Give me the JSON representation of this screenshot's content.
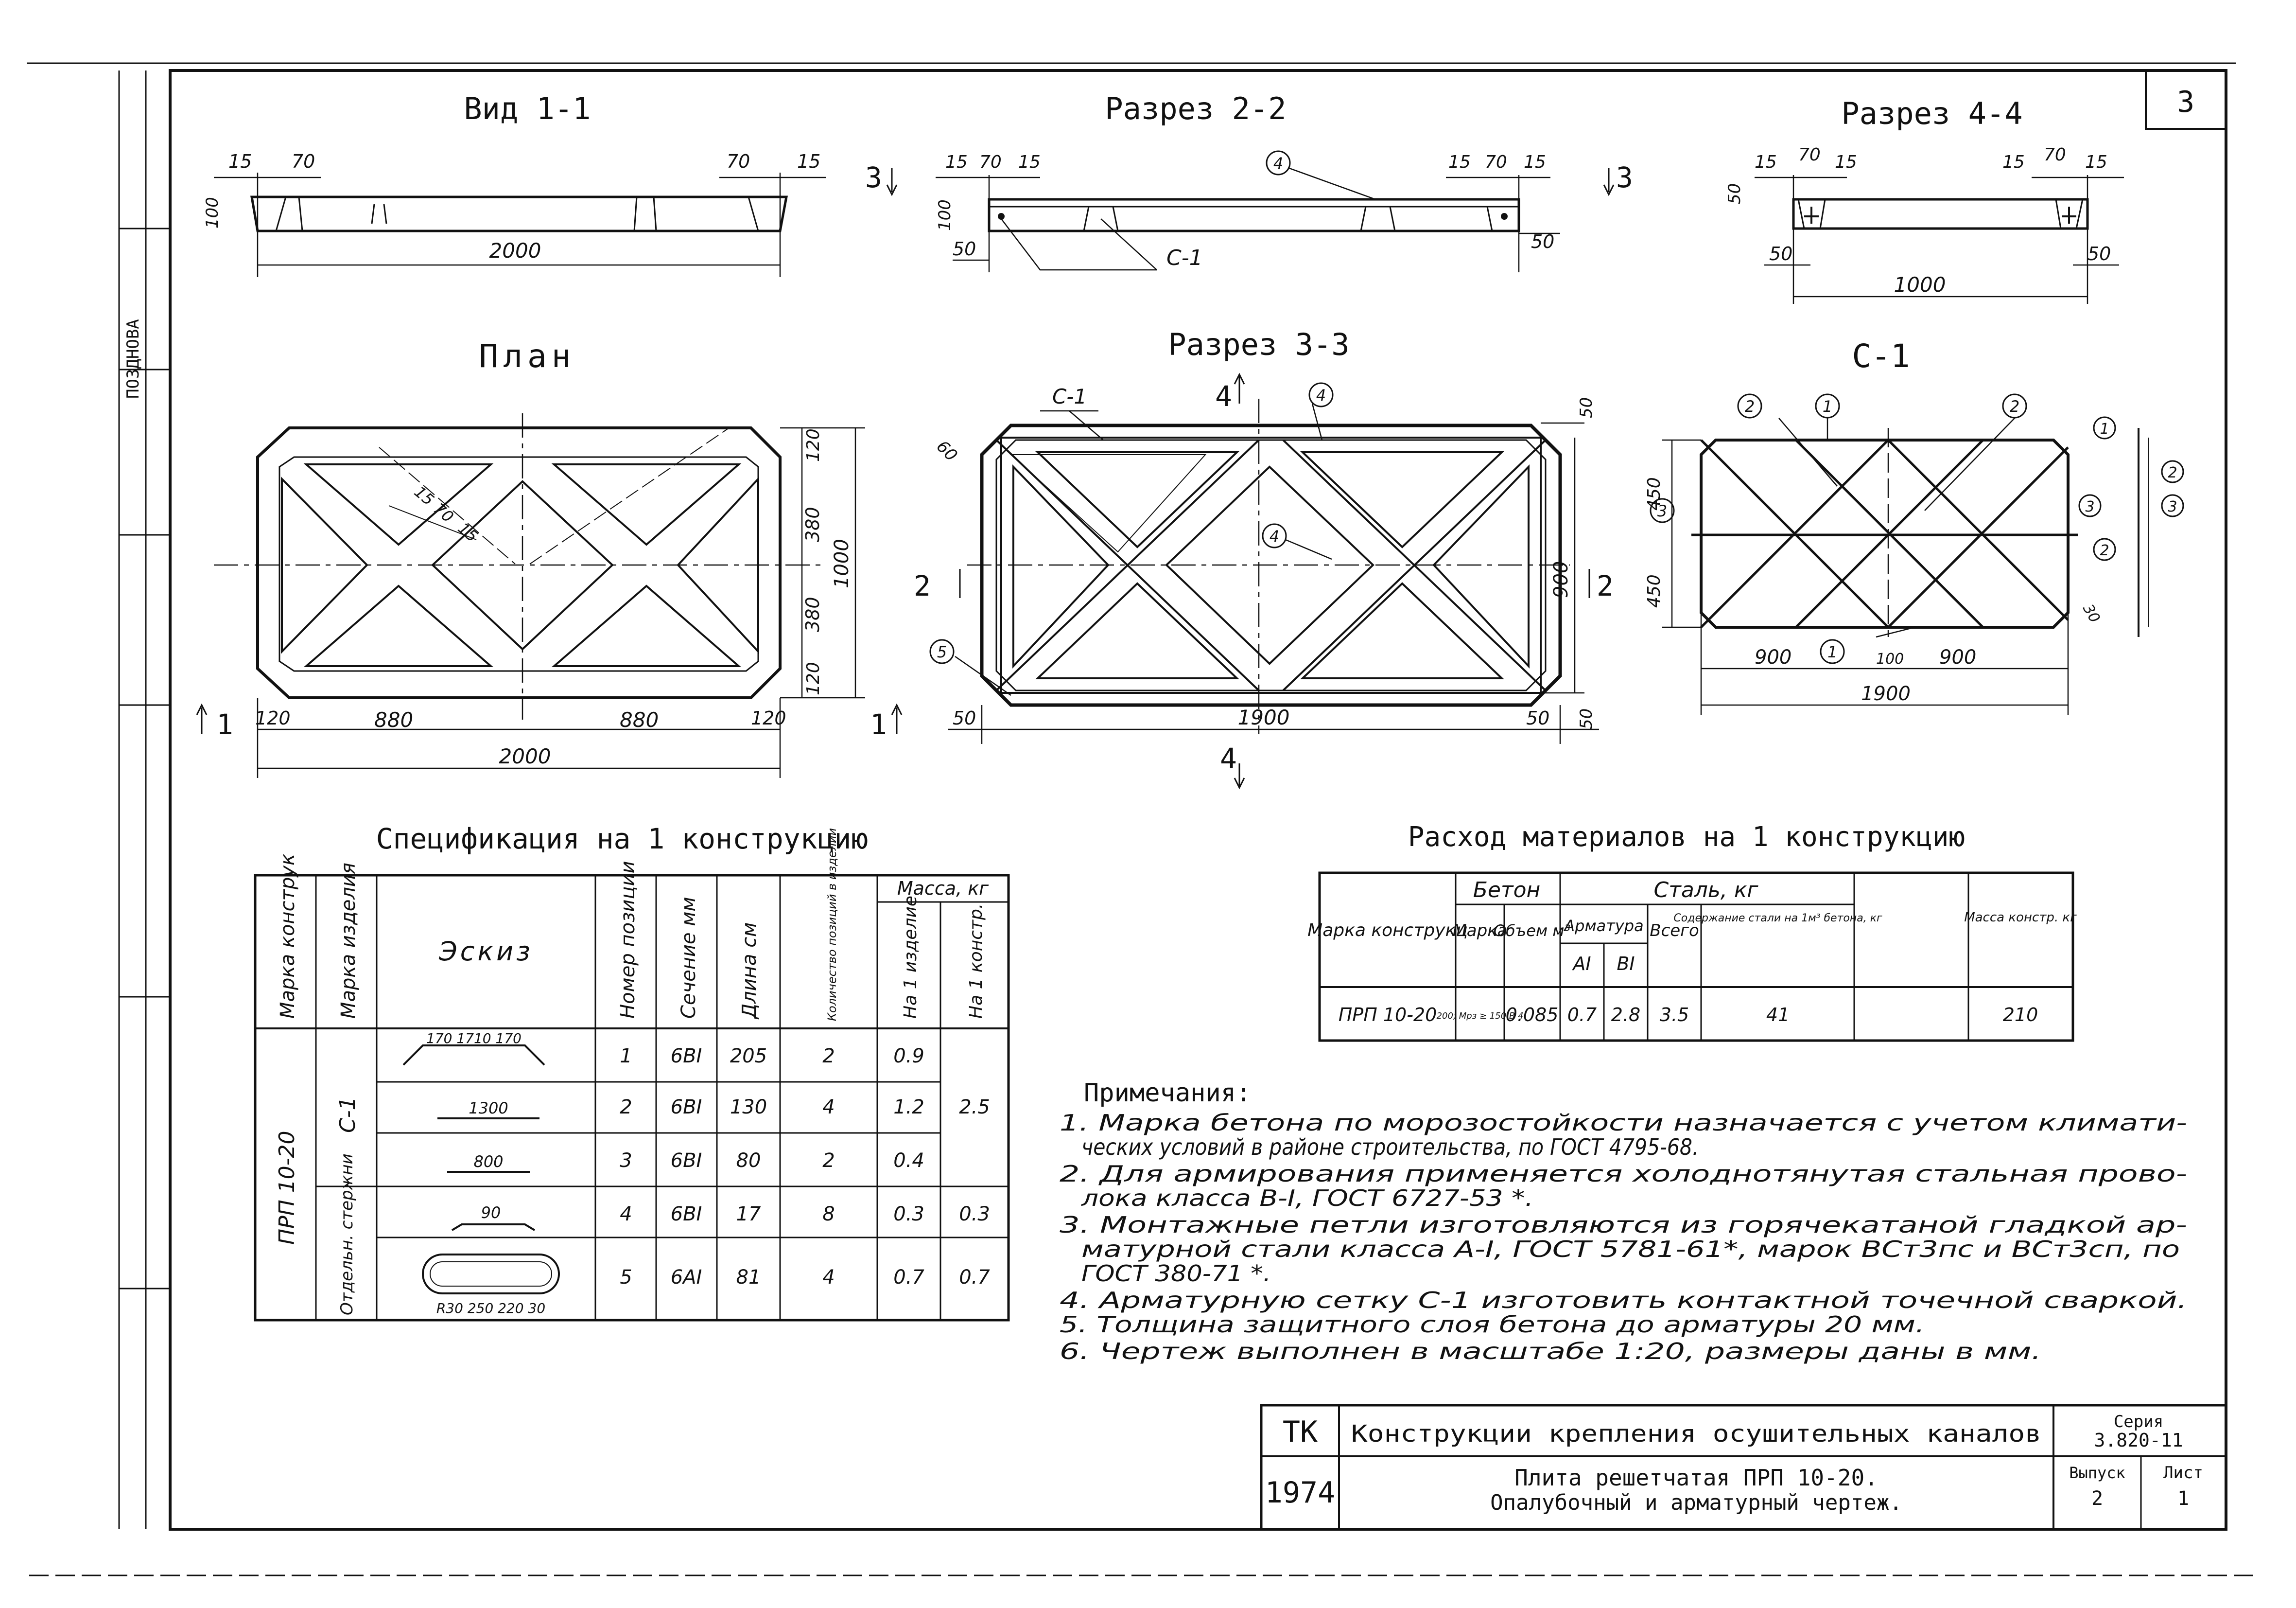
{
  "sheet": {
    "page_number": "3",
    "side_stamp": "ПОЗДНОВА"
  },
  "views": {
    "view_1_1": {
      "title": "Вид 1-1",
      "dims": {
        "left_a": "15",
        "left_b": "70",
        "right_a": "70",
        "right_b": "15",
        "height": "100",
        "length": "2000"
      }
    },
    "section_2_2": {
      "title": "Разрез 2-2",
      "dims": {
        "top_left": [
          "15",
          "70",
          "15"
        ],
        "top_right": [
          "15",
          "70",
          "15"
        ],
        "height": "100",
        "bottom_left": "50",
        "bottom_right": "50"
      },
      "callout_4": "4",
      "mesh_label": "С-1",
      "cut_label_left": "3",
      "cut_label_right": "3"
    },
    "section_4_4": {
      "title": "Разрез 4-4",
      "dims": {
        "top_left": [
          "15",
          "70",
          "15"
        ],
        "top_right": [
          "15",
          "70",
          "15"
        ],
        "height": "50",
        "bottom_left": "50",
        "bottom_right": "50",
        "length": "1000"
      }
    },
    "plan": {
      "title": "План",
      "dims": {
        "bottom": [
          "120",
          "880",
          "880",
          "120"
        ],
        "total": "2000",
        "right": [
          "120",
          "380",
          "380",
          "120"
        ],
        "height": "1000",
        "diag": [
          "15",
          "70",
          "15"
        ]
      },
      "cut_label_left": "1",
      "cut_label_right": "1"
    },
    "section_3_3": {
      "title": "Разрез 3-3",
      "mesh_label": "С-1",
      "callout_4a": "4",
      "callout_4b": "4",
      "callout_5": "5",
      "dims": {
        "bottom_left": "50",
        "total": "1900",
        "bottom_right": "50",
        "height": "900",
        "corner": "60",
        "top_right": "50",
        "right_bottom": "50"
      },
      "cut_label_top": "4",
      "cut_label_bottom": "4",
      "cut_label_left": "2",
      "cut_label_right": "2"
    },
    "mesh_c1": {
      "title": "С-1",
      "dims": {
        "left_top": "450",
        "left_bottom": "450",
        "bottom_left": "900",
        "bottom_mid": "100",
        "bottom_right": "900",
        "total": "1900",
        "step": "30"
      },
      "callouts": [
        "1",
        "2",
        "2",
        "3",
        "3",
        "1",
        "1",
        "2",
        "3",
        "2"
      ]
    }
  },
  "spec_table": {
    "title": "Спецификация на 1 конструкцию",
    "headers": {
      "marka_konstr": "Марка конструк",
      "marka_izd": "Марка изделия",
      "eskiz": "Эскиз",
      "nomer": "Номер позиции",
      "sechenie": "Сечение мм",
      "dlina": "Длина см",
      "kolvo": "Количество позиций в изделии",
      "massa": "Масса, кг",
      "na_izd": "На 1 изделие",
      "na_konstr": "На 1 констр."
    },
    "marka_konstr_value": "ПРП 10-20",
    "marka_izd_c1": "С-1",
    "marka_izd_rods": "Отдельн. стержни",
    "rows": [
      {
        "sketch": "170 1710 170",
        "pos": "1",
        "section": "6BI",
        "length": "205",
        "qty": "2",
        "mass": "0.9"
      },
      {
        "sketch": "1300",
        "pos": "2",
        "section": "6BI",
        "length": "130",
        "qty": "4",
        "mass": "1.2"
      },
      {
        "sketch": "800",
        "pos": "3",
        "section": "6BI",
        "length": "80",
        "qty": "2",
        "mass": "0.4"
      },
      {
        "sketch": "90",
        "pos": "4",
        "section": "6BI",
        "length": "17",
        "qty": "8",
        "mass": "0.3"
      },
      {
        "sketch": "R30 250 220 30",
        "pos": "5",
        "section": "6AI",
        "length": "81",
        "qty": "4",
        "mass": "0.7"
      }
    ],
    "total_c1": "2.5",
    "total_r4": "0.3",
    "total_r5": "0.7"
  },
  "materials_table": {
    "title": "Расход материалов на 1 конструкцию",
    "headers": {
      "marka": "Марка конструкц",
      "beton": "Бетон",
      "beton_marka": "Марка",
      "beton_obem": "Объем м³",
      "stal": "Сталь, кг",
      "armatura": "Арматура",
      "ai": "AI",
      "bi": "BI",
      "vsego": "Всего",
      "soderzh": "Содержание стали на 1м³ бетона, кг",
      "massa": "Масса констр. кг"
    },
    "row": {
      "marka": "ПРП 10-20",
      "beton_marka": "200; Мрз ≥ 150 В 4",
      "obem": "0.085",
      "ai": "0.7",
      "bi": "2.8",
      "vsego": "3.5",
      "soderzh": "41",
      "massa": "210"
    }
  },
  "notes": {
    "title": "Примечания:",
    "items": [
      "1. Марка бетона по морозостойкости назначается с учетом климати-",
      "ческих условий в районе строительства, по ГОСТ 4795-68.",
      "2. Для армирования применяется холоднотянутая стальная прово-",
      "лока класса В-I, ГОСТ 6727-53 *.",
      "3. Монтажные петли изготовляются из горячекатаной гладкой ар-",
      "матурной стали класса А-I, ГОСТ 5781-61*, марок ВСт3пс и ВСт3сп, по",
      "ГОСТ 380-71 *.",
      "4. Арматурную сетку С-1 изготовить контактной точечной сваркой.",
      "5. Толщина защитного слоя бетона до арматуры 20 мм.",
      "6. Чертеж выполнен в масштабе 1:20, размеры даны в мм."
    ]
  },
  "title_block": {
    "org": "ТК",
    "year": "1974",
    "project": "Конструкции крепления осушительных каналов",
    "series_label": "Серия",
    "series": "3.820-11",
    "sheet_name_1": "Плита решетчатая ПРП 10-20.",
    "sheet_name_2": "Опалубочный и арматурный чертеж.",
    "issue_label": "Выпуск",
    "issue": "2",
    "list_label": "Лист",
    "list": "1"
  }
}
